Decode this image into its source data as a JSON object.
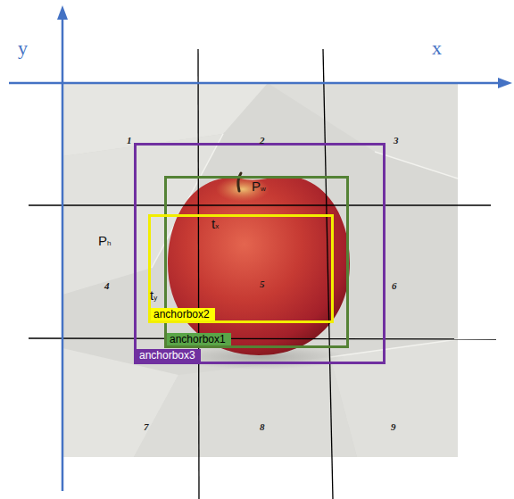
{
  "diagram": {
    "nodes": [
      {
        "text": [
          "anchorbox3"
        ]
      },
      {
        "text": [
          "anchorbox1"
        ],
        "in": 0
      },
      {
        "text": [
          "anchorbox2"
        ],
        "in": 0
      }
    ],
    "labels": [
      "y",
      "x",
      "1",
      "2",
      "3",
      "4",
      "5",
      "6",
      "7",
      "8",
      "9",
      "Pw",
      "Ph",
      "tx",
      "ty"
    ]
  }
}
